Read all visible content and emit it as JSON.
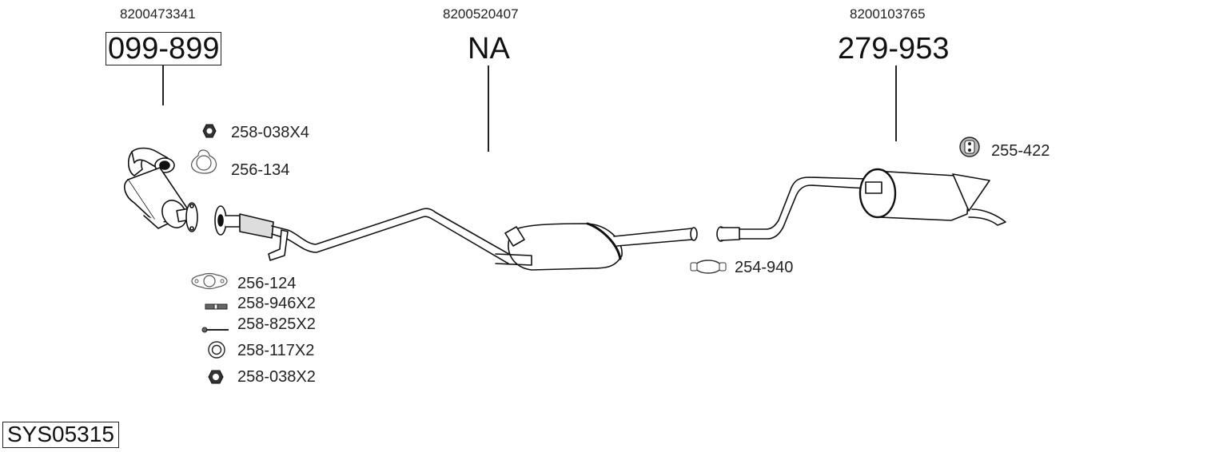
{
  "main_parts": [
    {
      "oem": "8200473341",
      "part_number": "099-899",
      "boxed": true
    },
    {
      "oem": "8200520407",
      "part_number": "NA",
      "boxed": false
    },
    {
      "oem": "8200103765",
      "part_number": "279-953",
      "boxed": false
    }
  ],
  "accessories": {
    "top_left": [
      {
        "icon": "nut-icon",
        "label": "258-038X4"
      },
      {
        "icon": "three-hole-gasket-icon",
        "label": "256-134"
      }
    ],
    "bottom_left": [
      {
        "icon": "two-hole-gasket-icon",
        "label": "256-124"
      },
      {
        "icon": "stud-icon",
        "label": "258-946X2"
      },
      {
        "icon": "bolt-icon",
        "label": "258-825X2"
      },
      {
        "icon": "washer-ring-icon",
        "label": "258-117X2"
      },
      {
        "icon": "nut-icon",
        "label": "258-038X2"
      }
    ],
    "clamp": {
      "icon": "clamp-icon",
      "label": "254-940"
    },
    "rubber_mount": {
      "icon": "rubber-mount-icon",
      "label": "255-422"
    }
  },
  "system_id": "SYS05315"
}
